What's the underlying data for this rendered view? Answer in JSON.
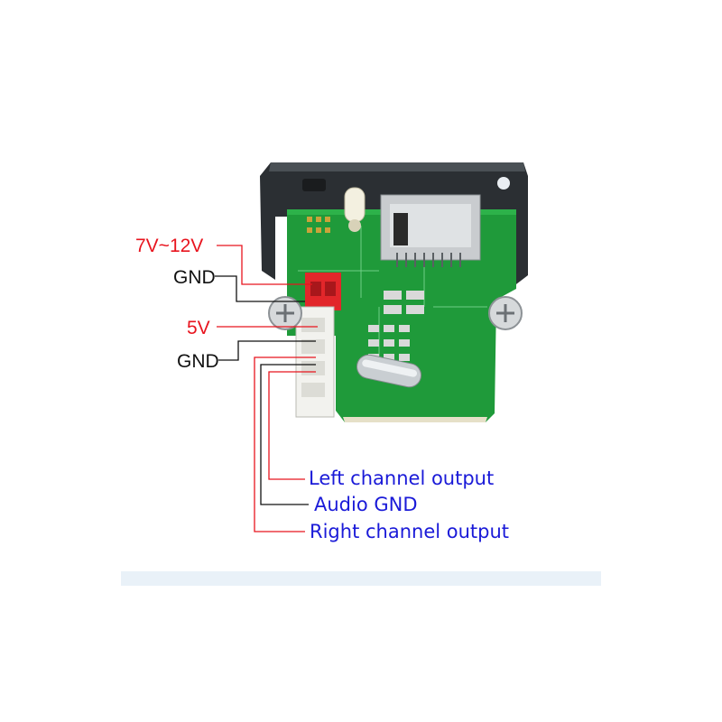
{
  "labels": {
    "power_in": "7V~12V",
    "gnd_top": "GND",
    "five_v": "5V",
    "gnd_mid": "GND",
    "left_out": "Left channel output",
    "audio_gnd": "Audio GND",
    "right_out": "Right channel output"
  },
  "colors": {
    "red_label": "#e8141e",
    "black_label": "#111111",
    "blue_label": "#1a1ad8",
    "pcb_green": "#1f9a3a",
    "bracket": "#2b2f33",
    "connector_red": "#e2262a",
    "connector_white": "#f2f2ee",
    "footer_band": "#e9f1f8"
  },
  "icons": [
    "pcb-module",
    "sd-card-slot",
    "mounting-screw",
    "crystal-oscillator",
    "led"
  ]
}
